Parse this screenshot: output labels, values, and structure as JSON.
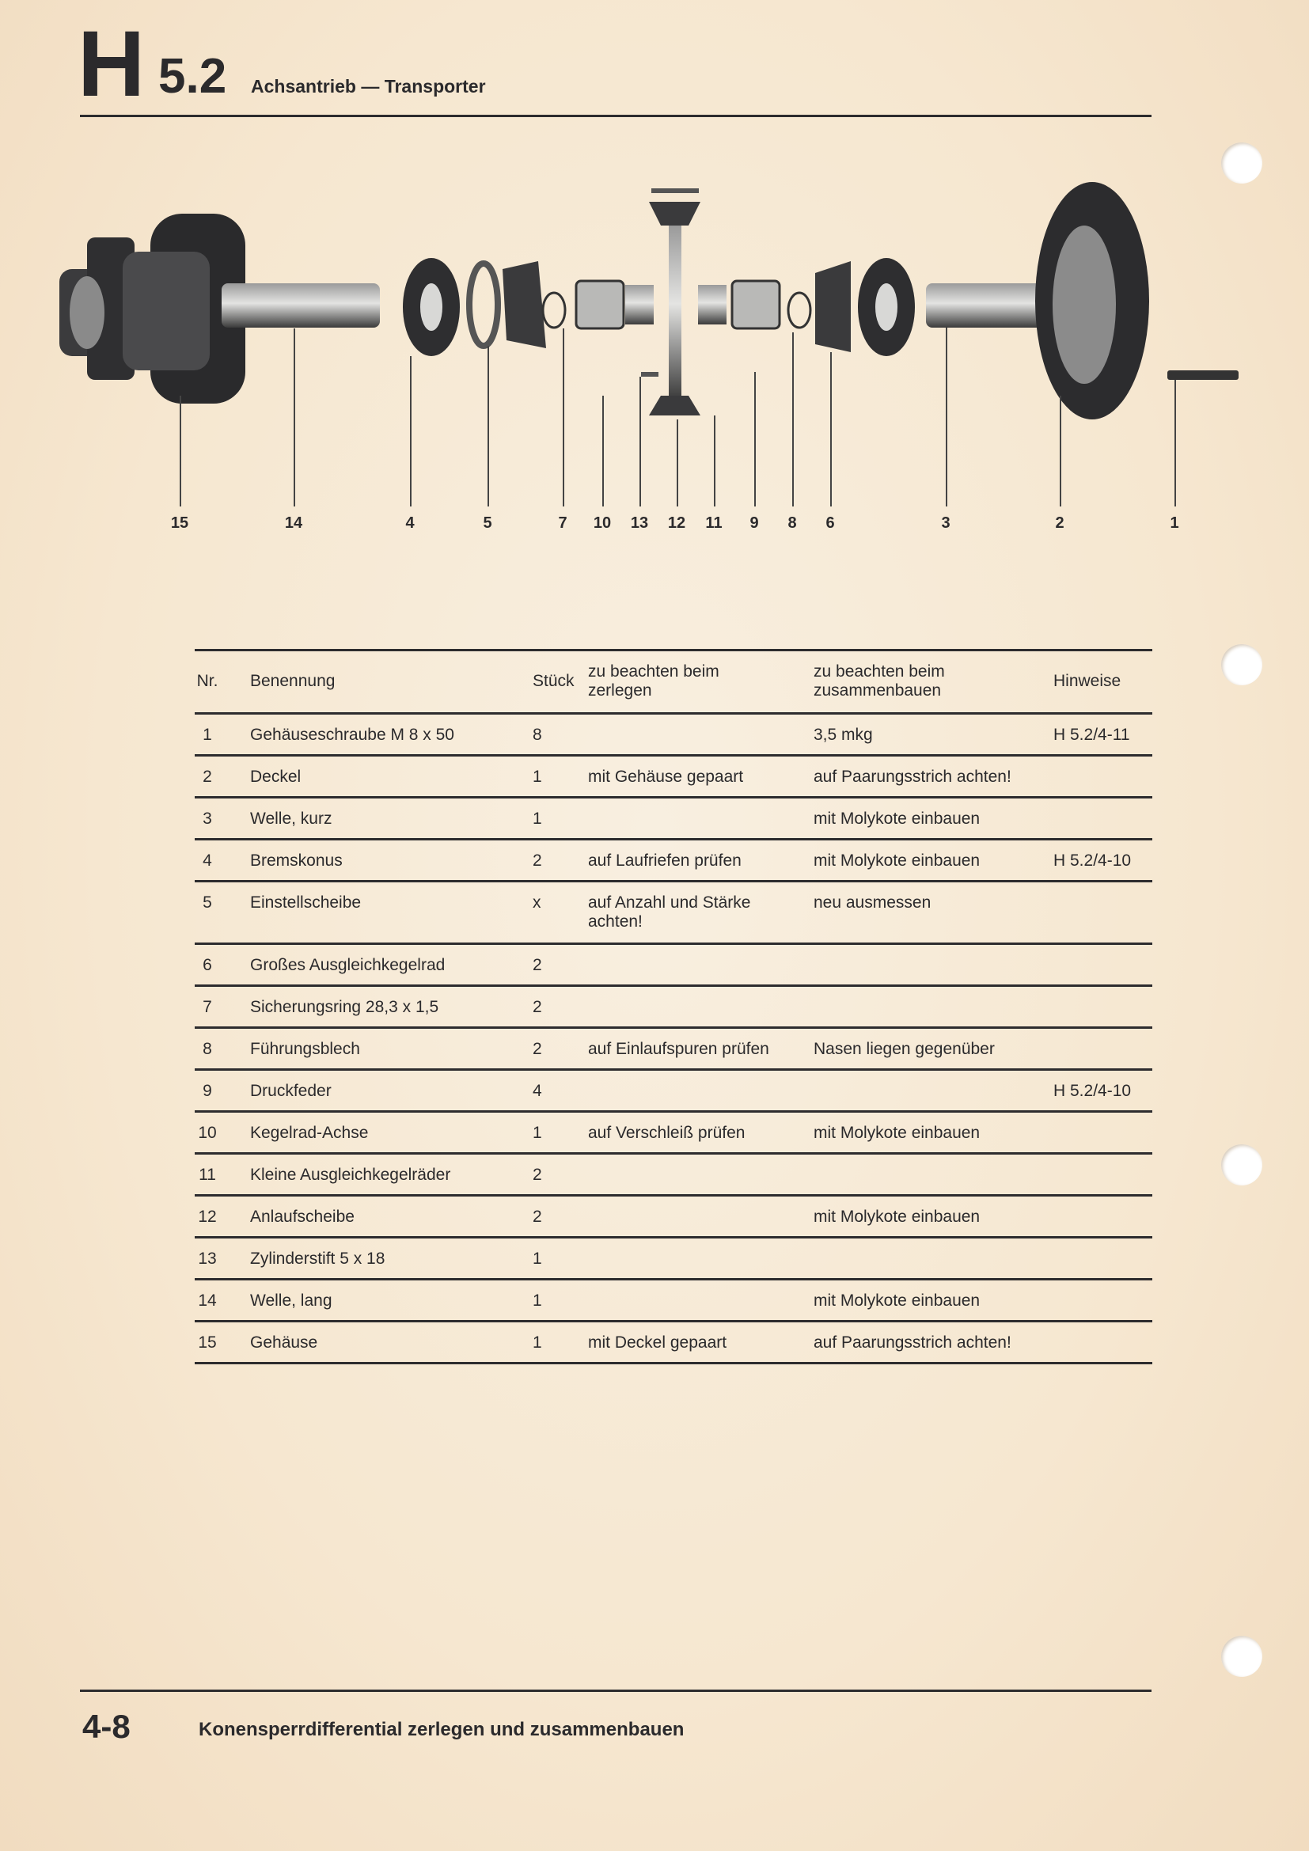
{
  "header": {
    "letter": "H",
    "section": "5.2",
    "title": "Achsantrieb — Transporter"
  },
  "diagram": {
    "labels": [
      "15",
      "14",
      "4",
      "5",
      "7",
      "10",
      "13",
      "12",
      "11",
      "9",
      "8",
      "6",
      "3",
      "2",
      "1"
    ]
  },
  "table": {
    "headers": {
      "nr": "Nr.",
      "name": "Benennung",
      "qty": "Stück",
      "disassembly": "zu beachten beim zerlegen",
      "assembly": "zu beachten beim zusammenbauen",
      "notes": "Hinweise"
    },
    "rows": [
      {
        "nr": "1",
        "name": "Gehäuseschraube M 8 x 50",
        "qty": "8",
        "disassembly": "",
        "assembly": "3,5 mkg",
        "notes": "H 5.2/4-11"
      },
      {
        "nr": "2",
        "name": "Deckel",
        "qty": "1",
        "disassembly": "mit Gehäuse gepaart",
        "assembly": "auf Paarungsstrich achten!",
        "notes": ""
      },
      {
        "nr": "3",
        "name": "Welle, kurz",
        "qty": "1",
        "disassembly": "",
        "assembly": "mit Molykote einbauen",
        "notes": ""
      },
      {
        "nr": "4",
        "name": "Bremskonus",
        "qty": "2",
        "disassembly": "auf Laufriefen prüfen",
        "assembly": "mit Molykote einbauen",
        "notes": "H 5.2/4-10"
      },
      {
        "nr": "5",
        "name": "Einstellscheibe",
        "qty": "x",
        "disassembly": "auf Anzahl und Stärke achten!",
        "assembly": "neu ausmessen",
        "notes": ""
      },
      {
        "nr": "6",
        "name": "Großes Ausgleichkegelrad",
        "qty": "2",
        "disassembly": "",
        "assembly": "",
        "notes": ""
      },
      {
        "nr": "7",
        "name": "Sicherungsring 28,3 x 1,5",
        "qty": "2",
        "disassembly": "",
        "assembly": "",
        "notes": ""
      },
      {
        "nr": "8",
        "name": "Führungsblech",
        "qty": "2",
        "disassembly": "auf Einlaufspuren prüfen",
        "assembly": "Nasen liegen gegenüber",
        "notes": ""
      },
      {
        "nr": "9",
        "name": "Druckfeder",
        "qty": "4",
        "disassembly": "",
        "assembly": "",
        "notes": "H 5.2/4-10"
      },
      {
        "nr": "10",
        "name": "Kegelrad-Achse",
        "qty": "1",
        "disassembly": "auf Verschleiß prüfen",
        "assembly": "mit Molykote einbauen",
        "notes": ""
      },
      {
        "nr": "11",
        "name": "Kleine Ausgleichkegelräder",
        "qty": "2",
        "disassembly": "",
        "assembly": "",
        "notes": ""
      },
      {
        "nr": "12",
        "name": "Anlaufscheibe",
        "qty": "2",
        "disassembly": "",
        "assembly": "mit Molykote einbauen",
        "notes": ""
      },
      {
        "nr": "13",
        "name": "Zylinderstift 5 x 18",
        "qty": "1",
        "disassembly": "",
        "assembly": "",
        "notes": ""
      },
      {
        "nr": "14",
        "name": "Welle, lang",
        "qty": "1",
        "disassembly": "",
        "assembly": "mit Molykote einbauen",
        "notes": ""
      },
      {
        "nr": "15",
        "name": "Gehäuse",
        "qty": "1",
        "disassembly": "mit Deckel gepaart",
        "assembly": "auf Paarungsstrich achten!",
        "notes": ""
      }
    ]
  },
  "footer": {
    "page": "4-8",
    "text": "Konensperrdifferential zerlegen und zusammenbauen"
  }
}
